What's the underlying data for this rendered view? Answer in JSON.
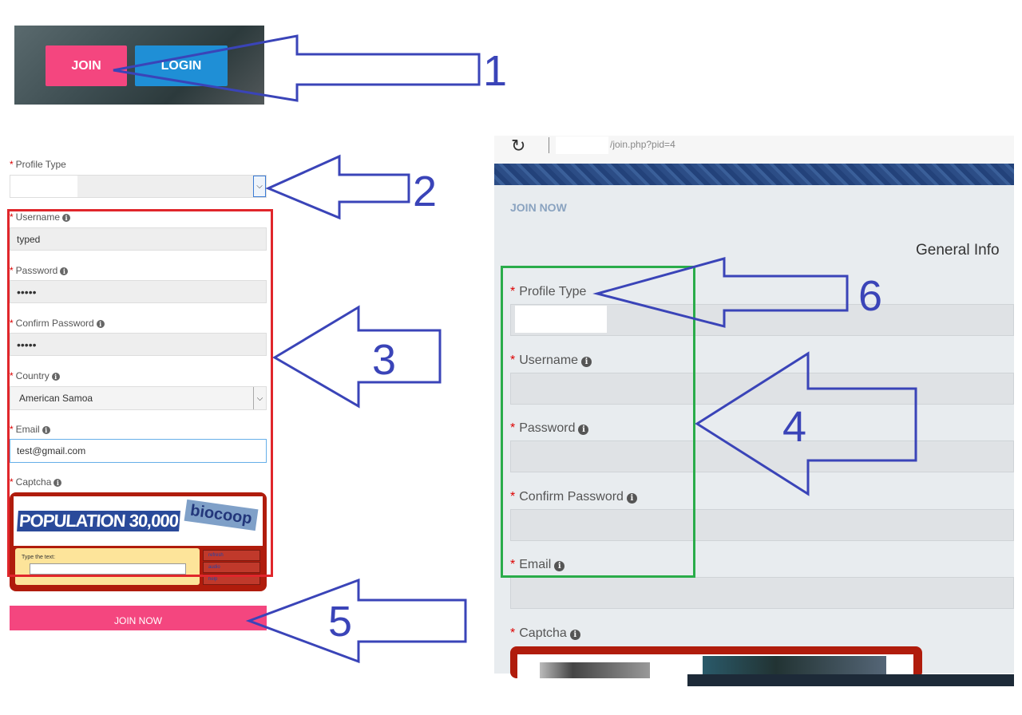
{
  "banner": {
    "join_label": "JOIN",
    "login_label": "LOGIN"
  },
  "left_form": {
    "profile_type_label": "Profile Type",
    "username_label": "Username",
    "username_value": "typed",
    "password_label": "Password",
    "password_value": "•••••",
    "confirm_password_label": "Confirm Password",
    "confirm_password_value": "•••••",
    "country_label": "Country",
    "country_value": "American Samoa",
    "email_label": "Email",
    "email_value": "test@gmail.com",
    "captcha_label": "Captcha",
    "captcha_words": [
      "POPULATION 30,000",
      "biocoop"
    ],
    "captcha_prompt": "Type the text:",
    "captcha_buttons": [
      "refresh",
      "audio",
      "help"
    ],
    "submit_label": "JOIN NOW",
    "required_mark": "*",
    "info_glyph": "i"
  },
  "right_panel": {
    "url": "/join.php?pid=4",
    "reload_glyph": "↻",
    "heading": "JOIN NOW",
    "section_title": "General Info",
    "profile_type_label": "Profile Type",
    "username_label": "Username",
    "password_label": "Password",
    "confirm_password_label": "Confirm Password",
    "email_label": "Email",
    "captcha_label": "Captcha"
  },
  "callouts": [
    "1",
    "2",
    "3",
    "4",
    "5",
    "6"
  ],
  "colors": {
    "join_pink": "#f4467f",
    "login_blue": "#1f8fd6",
    "annotation_blue": "#3a44b8",
    "highlight_red": "#e0262b",
    "highlight_green": "#2aac4a",
    "captcha_red": "#b01c0c"
  }
}
